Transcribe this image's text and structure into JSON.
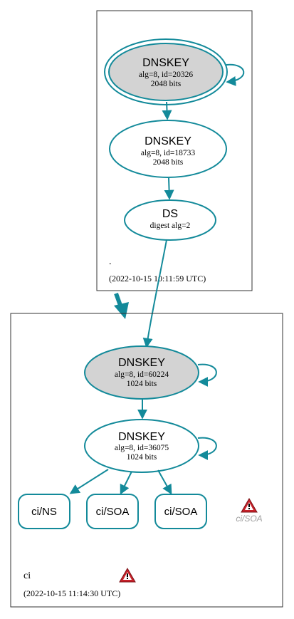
{
  "colors": {
    "edge": "#138a9a",
    "node_fill_gray": "#d3d3d3",
    "cluster_border": "#333333",
    "warning_red": "#c8222a"
  },
  "root_zone": {
    "name": ".",
    "timestamp": "(2022-10-15 10:11:59 UTC)",
    "ksk": {
      "title": "DNSKEY",
      "line1": "alg=8, id=20326",
      "line2": "2048 bits"
    },
    "zsk": {
      "title": "DNSKEY",
      "line1": "alg=8, id=18733",
      "line2": "2048 bits"
    },
    "ds": {
      "title": "DS",
      "line1": "digest alg=2"
    }
  },
  "ci_zone": {
    "name": "ci",
    "timestamp": "(2022-10-15 11:14:30 UTC)",
    "ksk": {
      "title": "DNSKEY",
      "line1": "alg=8, id=60224",
      "line2": "1024 bits"
    },
    "zsk": {
      "title": "DNSKEY",
      "line1": "alg=8, id=36075",
      "line2": "1024 bits"
    },
    "rrsets": [
      {
        "label": "ci/NS"
      },
      {
        "label": "ci/SOA"
      },
      {
        "label": "ci/SOA"
      }
    ],
    "warning_rrset": {
      "label": "ci/SOA",
      "icon": "warning-icon"
    },
    "zone_warning_icon": "warning-icon"
  }
}
